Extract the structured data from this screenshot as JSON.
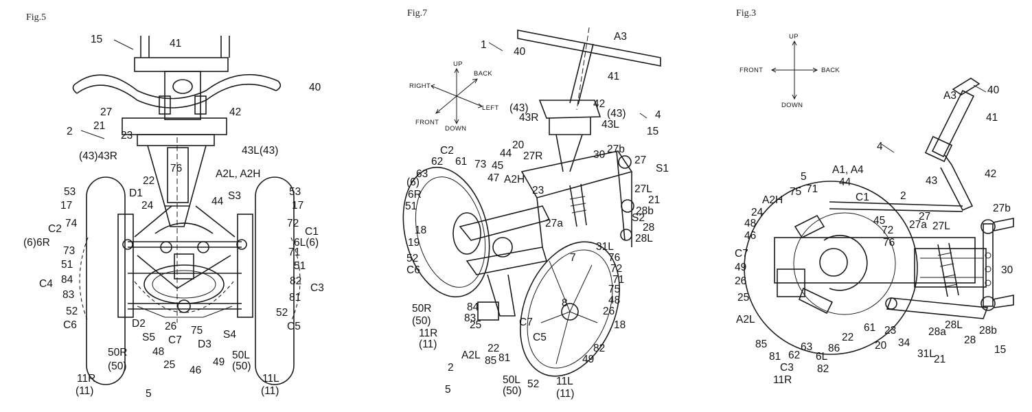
{
  "figures": [
    {
      "title": "Fig.5",
      "callouts": [
        "15",
        "41",
        "40",
        "27",
        "42",
        "21",
        "2",
        "23",
        "43L(43)",
        "(43)43R",
        "76",
        "A2L, A2H",
        "22",
        "D1",
        "S3",
        "53",
        "53",
        "17",
        "17",
        "24",
        "44",
        "74",
        "72",
        "C2",
        "C1",
        "(6)6R",
        "6L(6)",
        "73",
        "71",
        "51",
        "51",
        "C4",
        "84",
        "82",
        "C3",
        "83",
        "81",
        "52",
        "52",
        "C6",
        "C5",
        "D2",
        "26",
        "75",
        "S4",
        "S5",
        "C7",
        "D3",
        "49",
        "50R",
        "(50)",
        "48",
        "25",
        "46",
        "50L",
        "(50)",
        "11R",
        "(11)",
        "11L",
        "(11)",
        "5"
      ]
    },
    {
      "title": "Fig.7",
      "directions": [
        "UP",
        "BACK",
        "RIGHT",
        "LEFT",
        "FRONT",
        "DOWN"
      ],
      "callouts": [
        "1",
        "40",
        "A3",
        "41",
        "42",
        "(43)",
        "(43)",
        "4",
        "43R",
        "43L",
        "15",
        "S1",
        "20",
        "C2",
        "62",
        "61",
        "73",
        "44",
        "27R",
        "30",
        "27b",
        "45",
        "27",
        "(6)",
        "63",
        "47",
        "A2H",
        "27L",
        "6R",
        "23",
        "21",
        "51",
        "28b",
        "S2",
        "18",
        "28",
        "27a",
        "28L",
        "19",
        "31L",
        "76",
        "52",
        "C6",
        "72",
        "7",
        "71",
        "75",
        "48",
        "8",
        "26",
        "50R",
        "(50)",
        "84",
        "83",
        "11R",
        "(11)",
        "18",
        "25",
        "C7",
        "C5",
        "A2L",
        "85",
        "22",
        "81",
        "82",
        "2",
        "49",
        "50L",
        "(50)",
        "52",
        "11L",
        "(11)",
        "5"
      ]
    },
    {
      "title": "Fig.3",
      "directions": [
        "UP",
        "FRONT",
        "BACK",
        "DOWN"
      ],
      "callouts": [
        "40",
        "A3",
        "41",
        "4",
        "42",
        "2",
        "43",
        "27b",
        "A1, A4",
        "5",
        "44",
        "C1",
        "A2H",
        "75",
        "71",
        "24",
        "45",
        "72",
        "27a",
        "27L",
        "48",
        "27",
        "46",
        "76",
        "C7",
        "49",
        "30",
        "26",
        "25",
        "A2L",
        "85",
        "81",
        "63",
        "62",
        "22",
        "86",
        "61",
        "23",
        "20",
        "34",
        "28a",
        "28L",
        "28",
        "28b",
        "6L",
        "C3",
        "82",
        "31L",
        "21",
        "15",
        "11R"
      ]
    }
  ]
}
